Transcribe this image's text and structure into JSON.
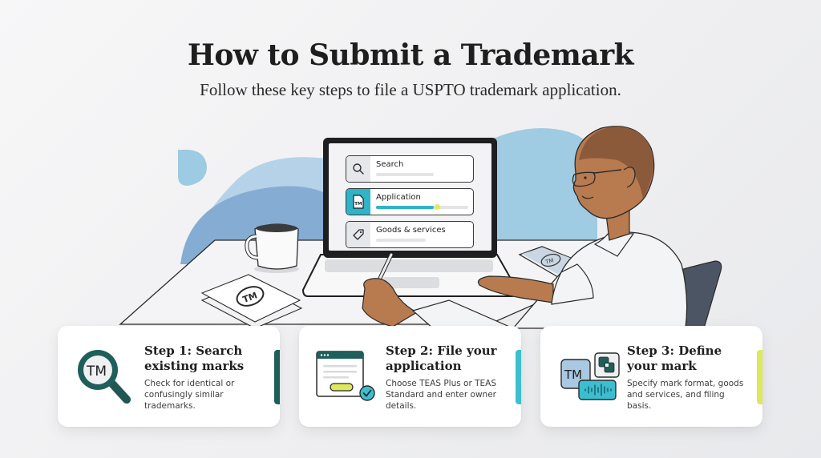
{
  "header": {
    "title": "How to Submit a Trademark",
    "subtitle": "Follow these key steps to file a USPTO trademark application."
  },
  "illustration": {
    "screen_items": [
      {
        "label": "Search",
        "icon": "search-icon",
        "active": false
      },
      {
        "label": "Application",
        "icon": "tm-document-icon",
        "active": true,
        "progress_percent": 70
      },
      {
        "label": "Goods & services",
        "icon": "tag-icon",
        "active": false
      }
    ],
    "desk_paper_label": "TM",
    "tablet_label": "TM"
  },
  "steps": [
    {
      "heading": "Step 1: Search existing marks",
      "description": "Check for identical or confusingly similar trademarks.",
      "icon": "tm-magnifier-icon",
      "icon_label": "TM",
      "accent_color": "#1f5f5b"
    },
    {
      "heading": "Step 2: File your application",
      "description": "Choose TEAS Plus or TEAS Standard and enter owner details.",
      "icon": "application-window-check-icon",
      "accent_color": "#3bbfd0"
    },
    {
      "heading": "Step 3: Define your mark",
      "description": "Specify mark format, goods and services, and filing basis.",
      "icon": "mark-format-icon",
      "icon_label": "TM",
      "accent_color": "#dde85a"
    }
  ],
  "colors": {
    "teal_dark": "#1f5f5b",
    "cyan": "#2fb3c6",
    "lime": "#dde85a",
    "blob_light": "#a9cde3",
    "blob_mid": "#7fa9d1",
    "text": "#1e1e1e"
  }
}
